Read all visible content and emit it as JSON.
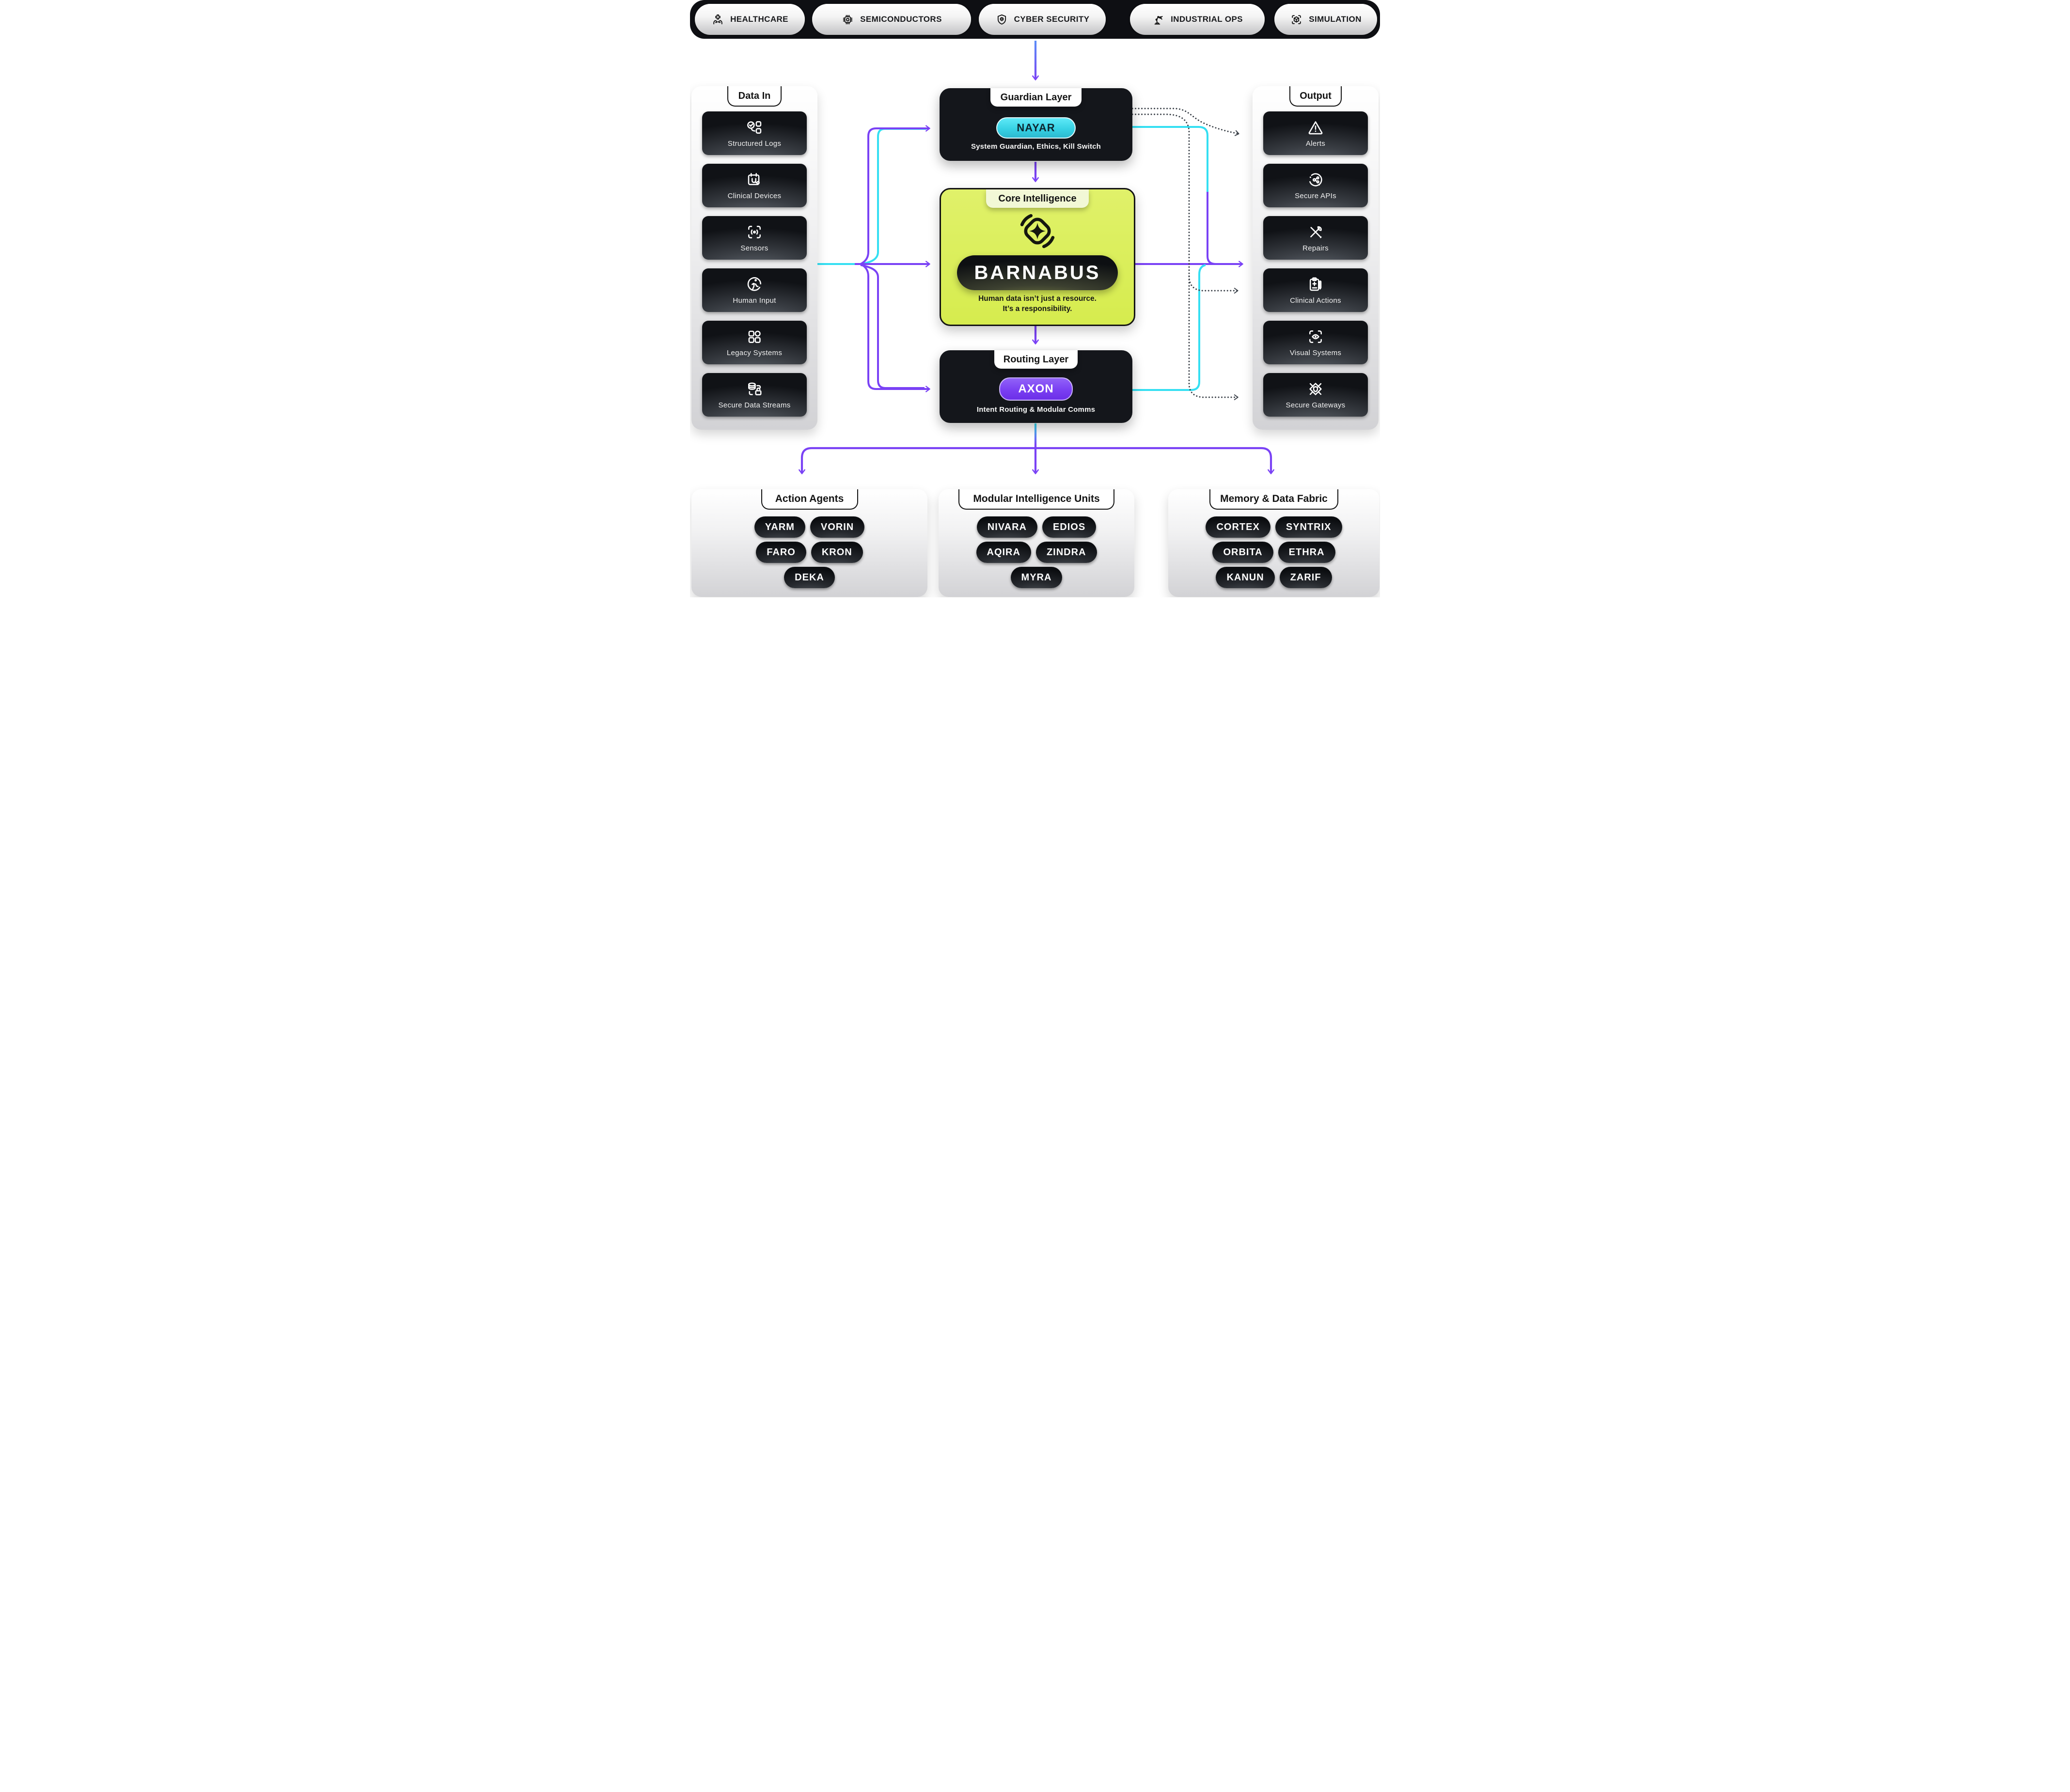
{
  "colors": {
    "accent_purple": "#7a42f5",
    "accent_cyan": "#34dff2",
    "accent_lime": "#d9ee55",
    "dark_box": "#14161b",
    "dotted_line": "#3a4048"
  },
  "top_bar": {
    "items": [
      {
        "label": "HEALTHCARE",
        "icon": "healthcare-icon"
      },
      {
        "label": "SEMICONDUCTORS",
        "icon": "semiconductors-icon"
      },
      {
        "label": "CYBER SECURITY",
        "icon": "cyber-security-icon"
      },
      {
        "label": "INDUSTRIAL OPS",
        "icon": "industrial-ops-icon"
      },
      {
        "label": "SIMULATION",
        "icon": "simulation-icon"
      }
    ]
  },
  "data_in": {
    "tab": "Data In",
    "items": [
      {
        "label": "Structured Logs",
        "icon": "structured-logs-icon"
      },
      {
        "label": "Clinical Devices",
        "icon": "clinical-devices-icon"
      },
      {
        "label": "Sensors",
        "icon": "sensors-icon"
      },
      {
        "label": "Human Input",
        "icon": "human-input-icon"
      },
      {
        "label": "Legacy Systems",
        "icon": "legacy-systems-icon"
      },
      {
        "label": "Secure Data Streams",
        "icon": "secure-data-streams-icon"
      }
    ]
  },
  "output": {
    "tab": "Output",
    "items": [
      {
        "label": "Alerts",
        "icon": "alerts-icon"
      },
      {
        "label": "Secure APIs",
        "icon": "secure-apis-icon"
      },
      {
        "label": "Repairs",
        "icon": "repairs-icon"
      },
      {
        "label": "Clinical Actions",
        "icon": "clinical-actions-icon"
      },
      {
        "label": "Visual Systems",
        "icon": "visual-systems-icon"
      },
      {
        "label": "Secure Gateways",
        "icon": "secure-gateways-icon"
      }
    ]
  },
  "layers": {
    "guardian": {
      "tab": "Guardian Layer",
      "name": "NAYAR",
      "subtitle": "System Guardian, Ethics, Kill Switch"
    },
    "core": {
      "tab": "Core Intelligence",
      "name": "BARNABUS",
      "logo": "orbit-star-icon",
      "tagline_1": "Human data isn’t just a resource.",
      "tagline_2": "It’s a responsibility."
    },
    "routing": {
      "tab": "Routing Layer",
      "name": "AXON",
      "subtitle": "Intent Routing & Modular Comms"
    }
  },
  "bottom": {
    "groups": [
      {
        "tab": "Action Agents",
        "pills": [
          "YARM",
          "VORIN",
          "FARO",
          "KRON",
          "DEKA"
        ]
      },
      {
        "tab": "Modular Intelligence Units",
        "pills": [
          "NIVARA",
          "EDIOS",
          "AQIRA",
          "ZINDRA",
          "MYRA"
        ]
      },
      {
        "tab": "Memory & Data Fabric",
        "pills": [
          "CORTEX",
          "SYNTRIX",
          "ORBITA",
          "ETHRA",
          "KANUN",
          "ZARIF"
        ]
      }
    ]
  },
  "connections": [
    {
      "from": "industries-bar",
      "to": "guardian-layer",
      "style": "solid-purple"
    },
    {
      "from": "guardian-layer",
      "to": "core-intelligence",
      "style": "solid-purple"
    },
    {
      "from": "core-intelligence",
      "to": "routing-layer",
      "style": "solid-purple"
    },
    {
      "from": "data-in",
      "to": "guardian-layer",
      "style": "solid-purple-and-cyan"
    },
    {
      "from": "data-in",
      "to": "core-intelligence",
      "style": "solid-purple"
    },
    {
      "from": "data-in",
      "to": "routing-layer",
      "style": "solid-purple"
    },
    {
      "from": "guardian-layer",
      "to": "output",
      "style": "solid-cyan"
    },
    {
      "from": "core-intelligence",
      "to": "output",
      "style": "solid-purple"
    },
    {
      "from": "routing-layer",
      "to": "output",
      "style": "solid-cyan"
    },
    {
      "from": "guardian-layer",
      "to": "alerts",
      "style": "dotted"
    },
    {
      "from": "guardian-layer",
      "to": "clinical-actions",
      "style": "dotted"
    },
    {
      "from": "guardian-layer",
      "to": "secure-gateways",
      "style": "dotted"
    },
    {
      "from": "routing-layer",
      "to": "action-agents",
      "style": "solid-purple"
    },
    {
      "from": "routing-layer",
      "to": "modular-intelligence-units",
      "style": "solid-purple"
    },
    {
      "from": "routing-layer",
      "to": "memory-data-fabric",
      "style": "solid-purple"
    }
  ]
}
